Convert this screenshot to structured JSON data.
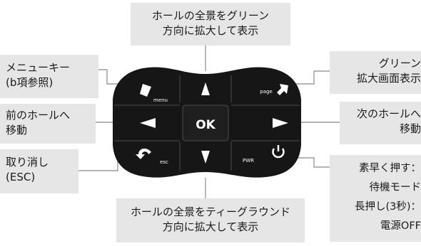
{
  "labels": {
    "up": [
      "ホールの全景をグリーン",
      "方向に拡大して表示"
    ],
    "down": [
      "ホールの全景をティーグラウンド",
      "方向に拡大して表示"
    ],
    "menu": [
      "メニューキー",
      "(b項参照)"
    ],
    "prev": [
      "前のホールへ",
      "移動"
    ],
    "esc": [
      "取り消し",
      "(ESC)"
    ],
    "page": [
      "グリーン",
      "拡大画面表示"
    ],
    "next": [
      "次のホールへ",
      "移動"
    ],
    "pwr": [
      "素早く押す：",
      "待機モード",
      "長押し(3秒)：",
      "電源OFF"
    ]
  },
  "keypad": {
    "ok": "OK",
    "menu": "menu",
    "page": "page",
    "esc": "esc",
    "pwr": "PWR"
  },
  "colors": {
    "label_bg": "#e6e6e6",
    "keypad": "#161616",
    "connector": "#888888"
  }
}
